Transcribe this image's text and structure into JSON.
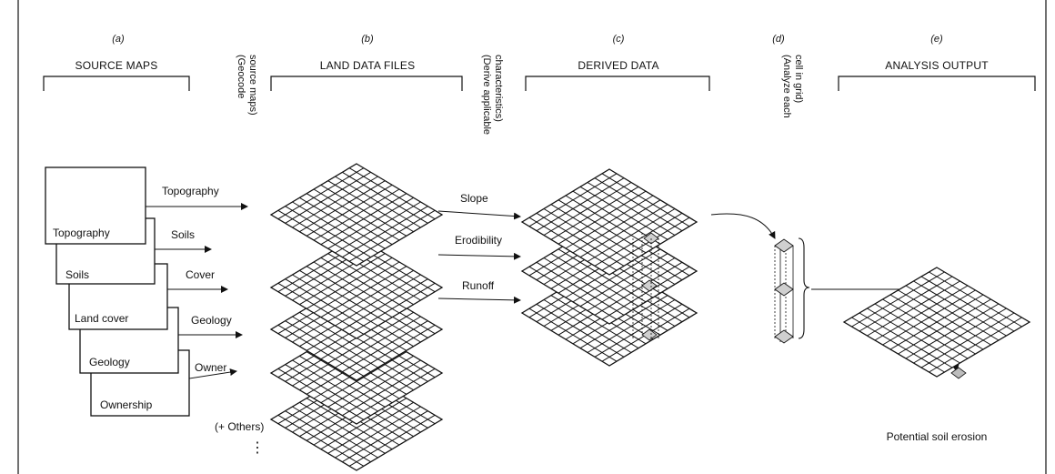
{
  "panels": [
    {
      "letter": "(a)",
      "title": "SOURCE MAPS"
    },
    {
      "letter": "(b)",
      "title": "LAND DATA FILES"
    },
    {
      "letter": "(c)",
      "title": "DERIVED DATA"
    },
    {
      "letter": "(d)",
      "title": ""
    },
    {
      "letter": "(e)",
      "title": "ANALYSIS OUTPUT"
    }
  ],
  "steps": {
    "geocode": [
      "(Geocode",
      "source maps)"
    ],
    "derive": [
      "(Derive applicable",
      "characteristics)"
    ],
    "analyze": [
      "(Analyze each",
      "cell in grid)"
    ]
  },
  "source_maps": [
    "Topography",
    "Soils",
    "Land cover",
    "Geology",
    "Ownership"
  ],
  "files": [
    "Topography",
    "Soils",
    "Cover",
    "Geology",
    "Owner"
  ],
  "others": "(+ Others)",
  "ellipsis": "⋮",
  "derived": [
    "Slope",
    "Erodibility",
    "Runoff"
  ],
  "output_label": "Potential soil erosion"
}
